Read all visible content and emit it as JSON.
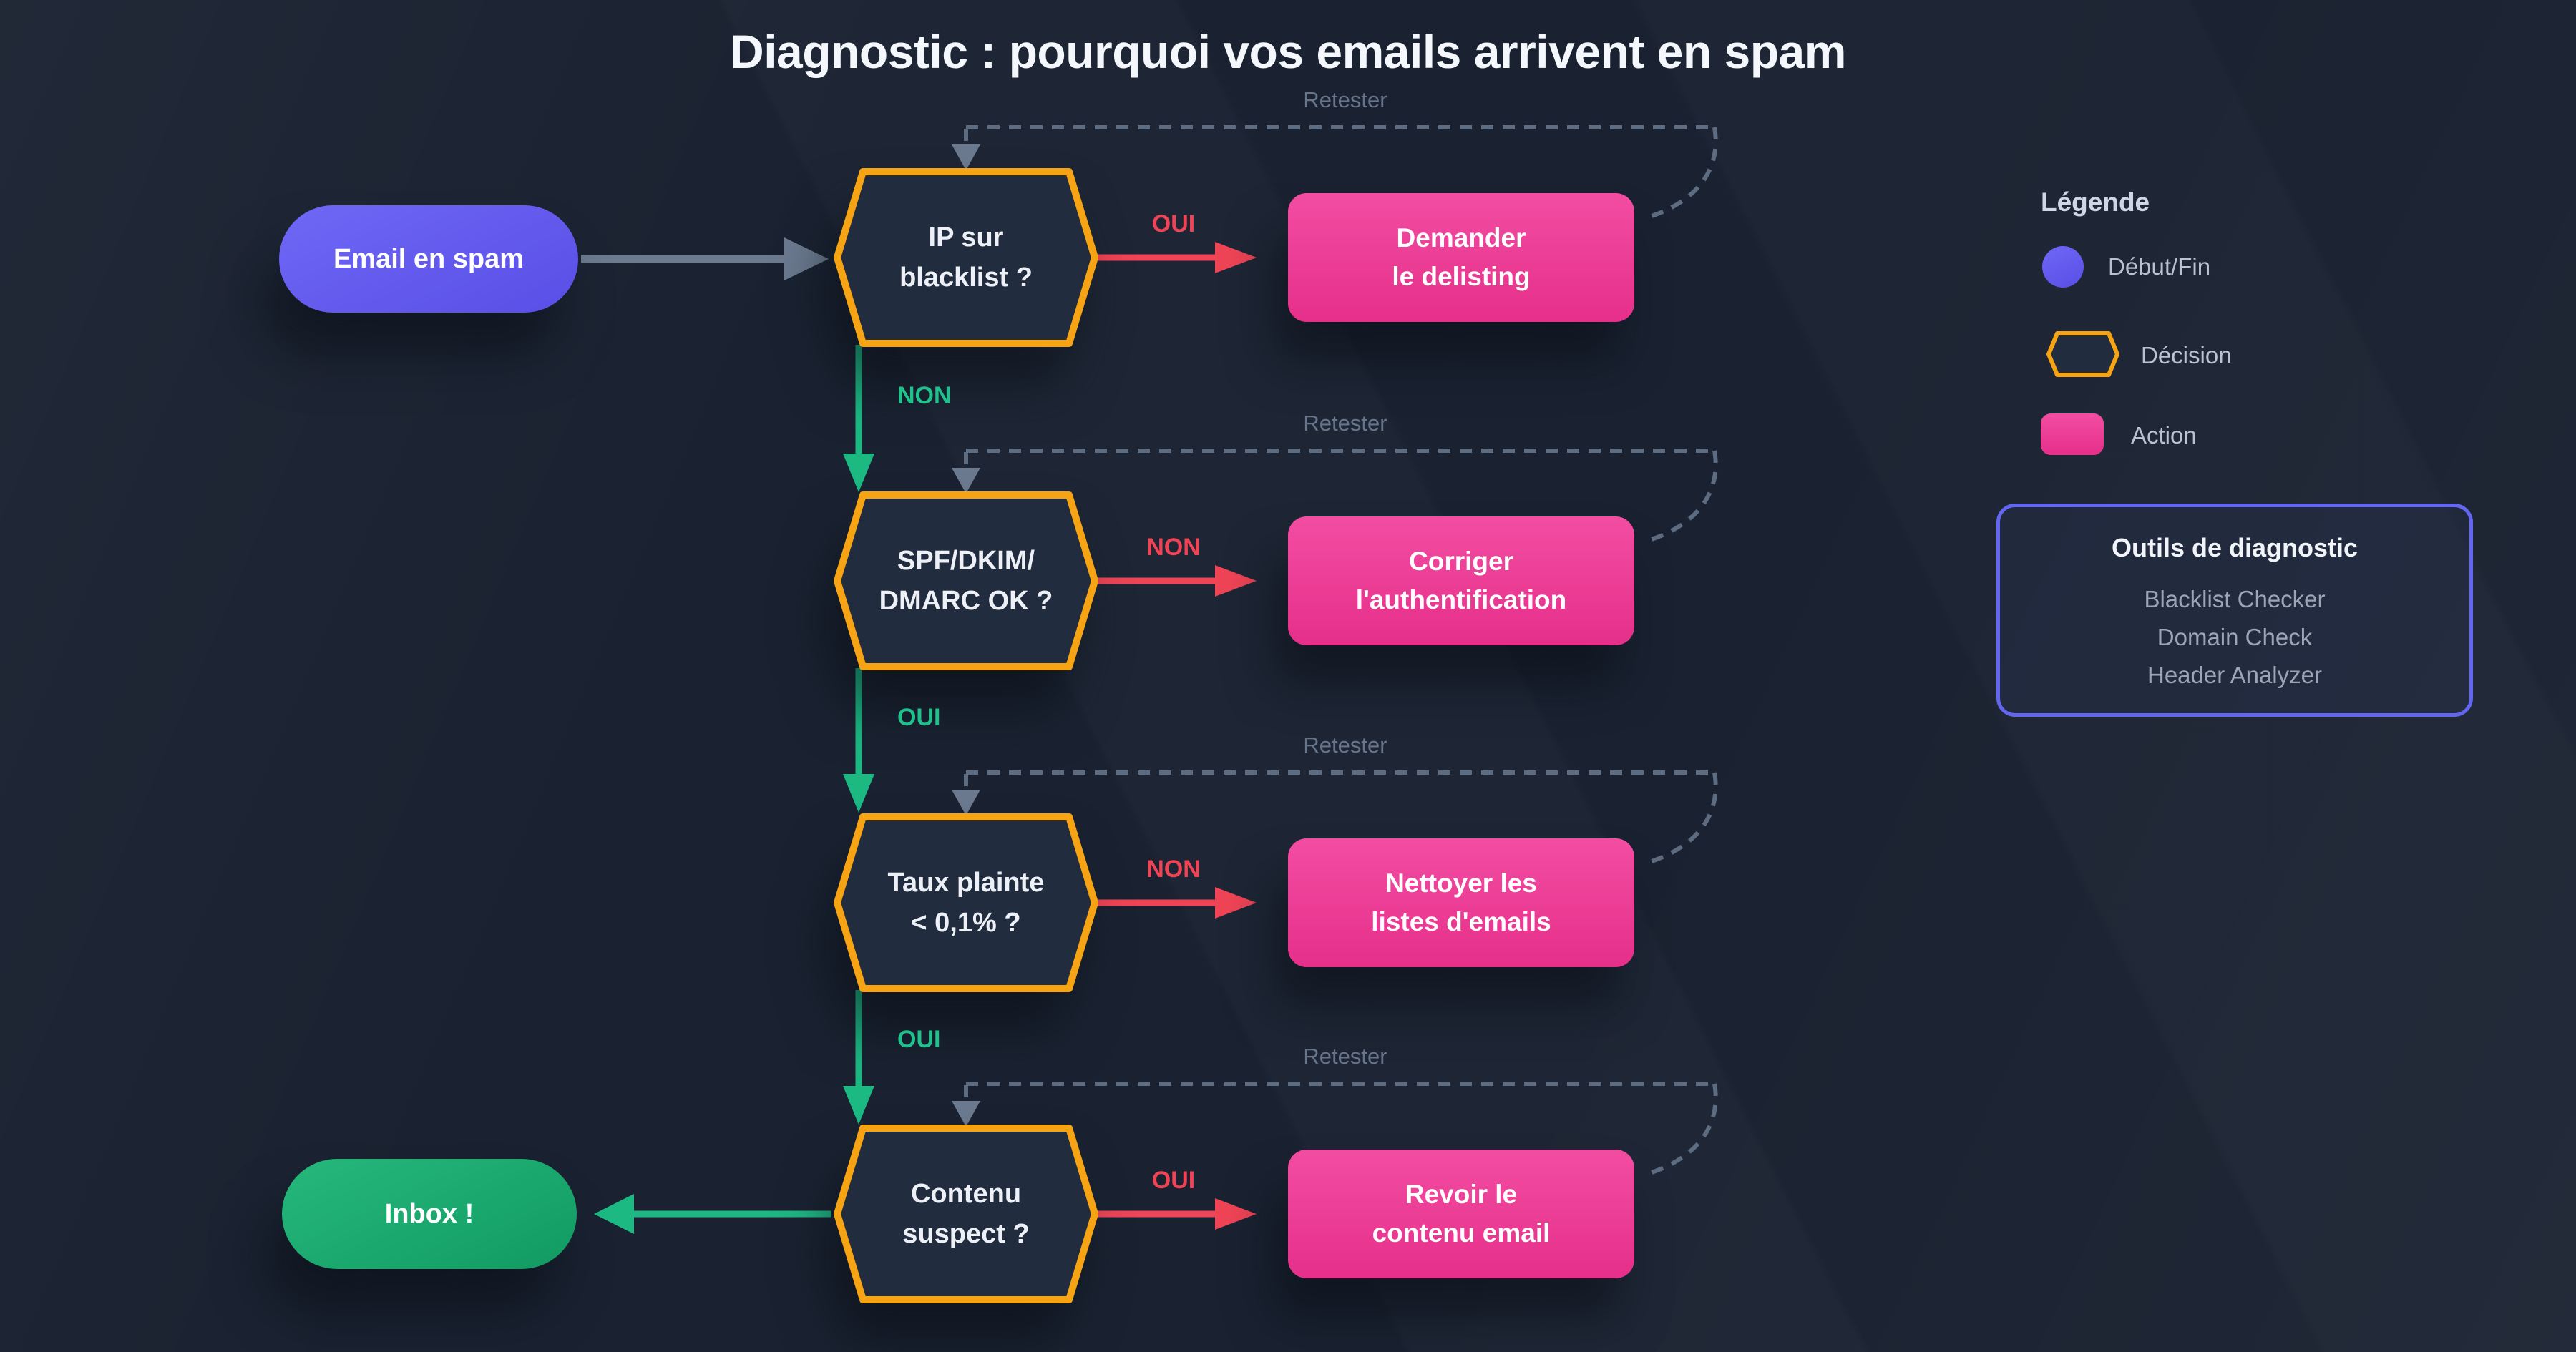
{
  "title": "Diagnostic : pourquoi vos emails arrivent en spam",
  "flow": {
    "start": {
      "label": "Email en spam"
    },
    "end": {
      "label": "Inbox !"
    },
    "retester_label": "Retester",
    "decisions": [
      {
        "label": "IP sur\nblacklist ?",
        "branch_label": "OUI",
        "down_label": "NON"
      },
      {
        "label": "SPF/DKIM/\nDMARC OK ?",
        "branch_label": "NON",
        "down_label": "OUI"
      },
      {
        "label": "Taux plainte\n< 0,1% ?",
        "branch_label": "NON",
        "down_label": "OUI"
      },
      {
        "label": "Contenu\nsuspect ?",
        "branch_label": "OUI"
      }
    ],
    "actions": [
      {
        "label": "Demander\nle delisting"
      },
      {
        "label": "Corriger\nl'authentification"
      },
      {
        "label": "Nettoyer les\nlistes d'emails"
      },
      {
        "label": "Revoir le\ncontenu email"
      }
    ]
  },
  "legend": {
    "title": "Légende",
    "items": [
      {
        "label": "Début/Fin"
      },
      {
        "label": "Décision"
      },
      {
        "label": "Action"
      }
    ]
  },
  "tools": {
    "title": "Outils de diagnostic",
    "items": [
      "Blacklist Checker",
      "Domain Check",
      "Header Analyzer"
    ]
  },
  "colors": {
    "background": "#1a2231",
    "start_node": "#6360ef",
    "end_node": "#1db07a",
    "decision_border": "#f6a314",
    "decision_fill": "#212c3e",
    "action_node": "#ee3d96",
    "branch_red": "#ee4456",
    "branch_green": "#20c18c",
    "neutral_gray": "#6b7a8f",
    "tools_border": "#6366f1"
  }
}
